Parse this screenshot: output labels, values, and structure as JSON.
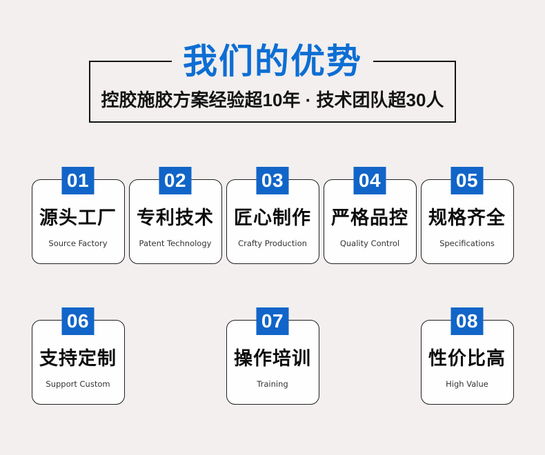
{
  "page": {
    "background_color": "#f2efee",
    "badge_color": "#1165c8",
    "title_color": "#0d6ed4"
  },
  "header": {
    "title": "我们的优势",
    "subtitle": "控胶施胶方案经验超10年 · 技术团队超30人"
  },
  "cards": [
    {
      "number": "01",
      "title": "源头工厂",
      "subtitle": "Source Factory"
    },
    {
      "number": "02",
      "title": "专利技术",
      "subtitle": "Patent Technology"
    },
    {
      "number": "03",
      "title": "匠心制作",
      "subtitle": "Crafty Production"
    },
    {
      "number": "04",
      "title": "严格品控",
      "subtitle": "Quality Control"
    },
    {
      "number": "05",
      "title": "规格齐全",
      "subtitle": "Specifications"
    },
    {
      "number": "06",
      "title": "支持定制",
      "subtitle": "Support Custom"
    },
    {
      "number": "07",
      "title": "操作培训",
      "subtitle": "Training"
    },
    {
      "number": "08",
      "title": "性价比高",
      "subtitle": "High Value"
    }
  ]
}
